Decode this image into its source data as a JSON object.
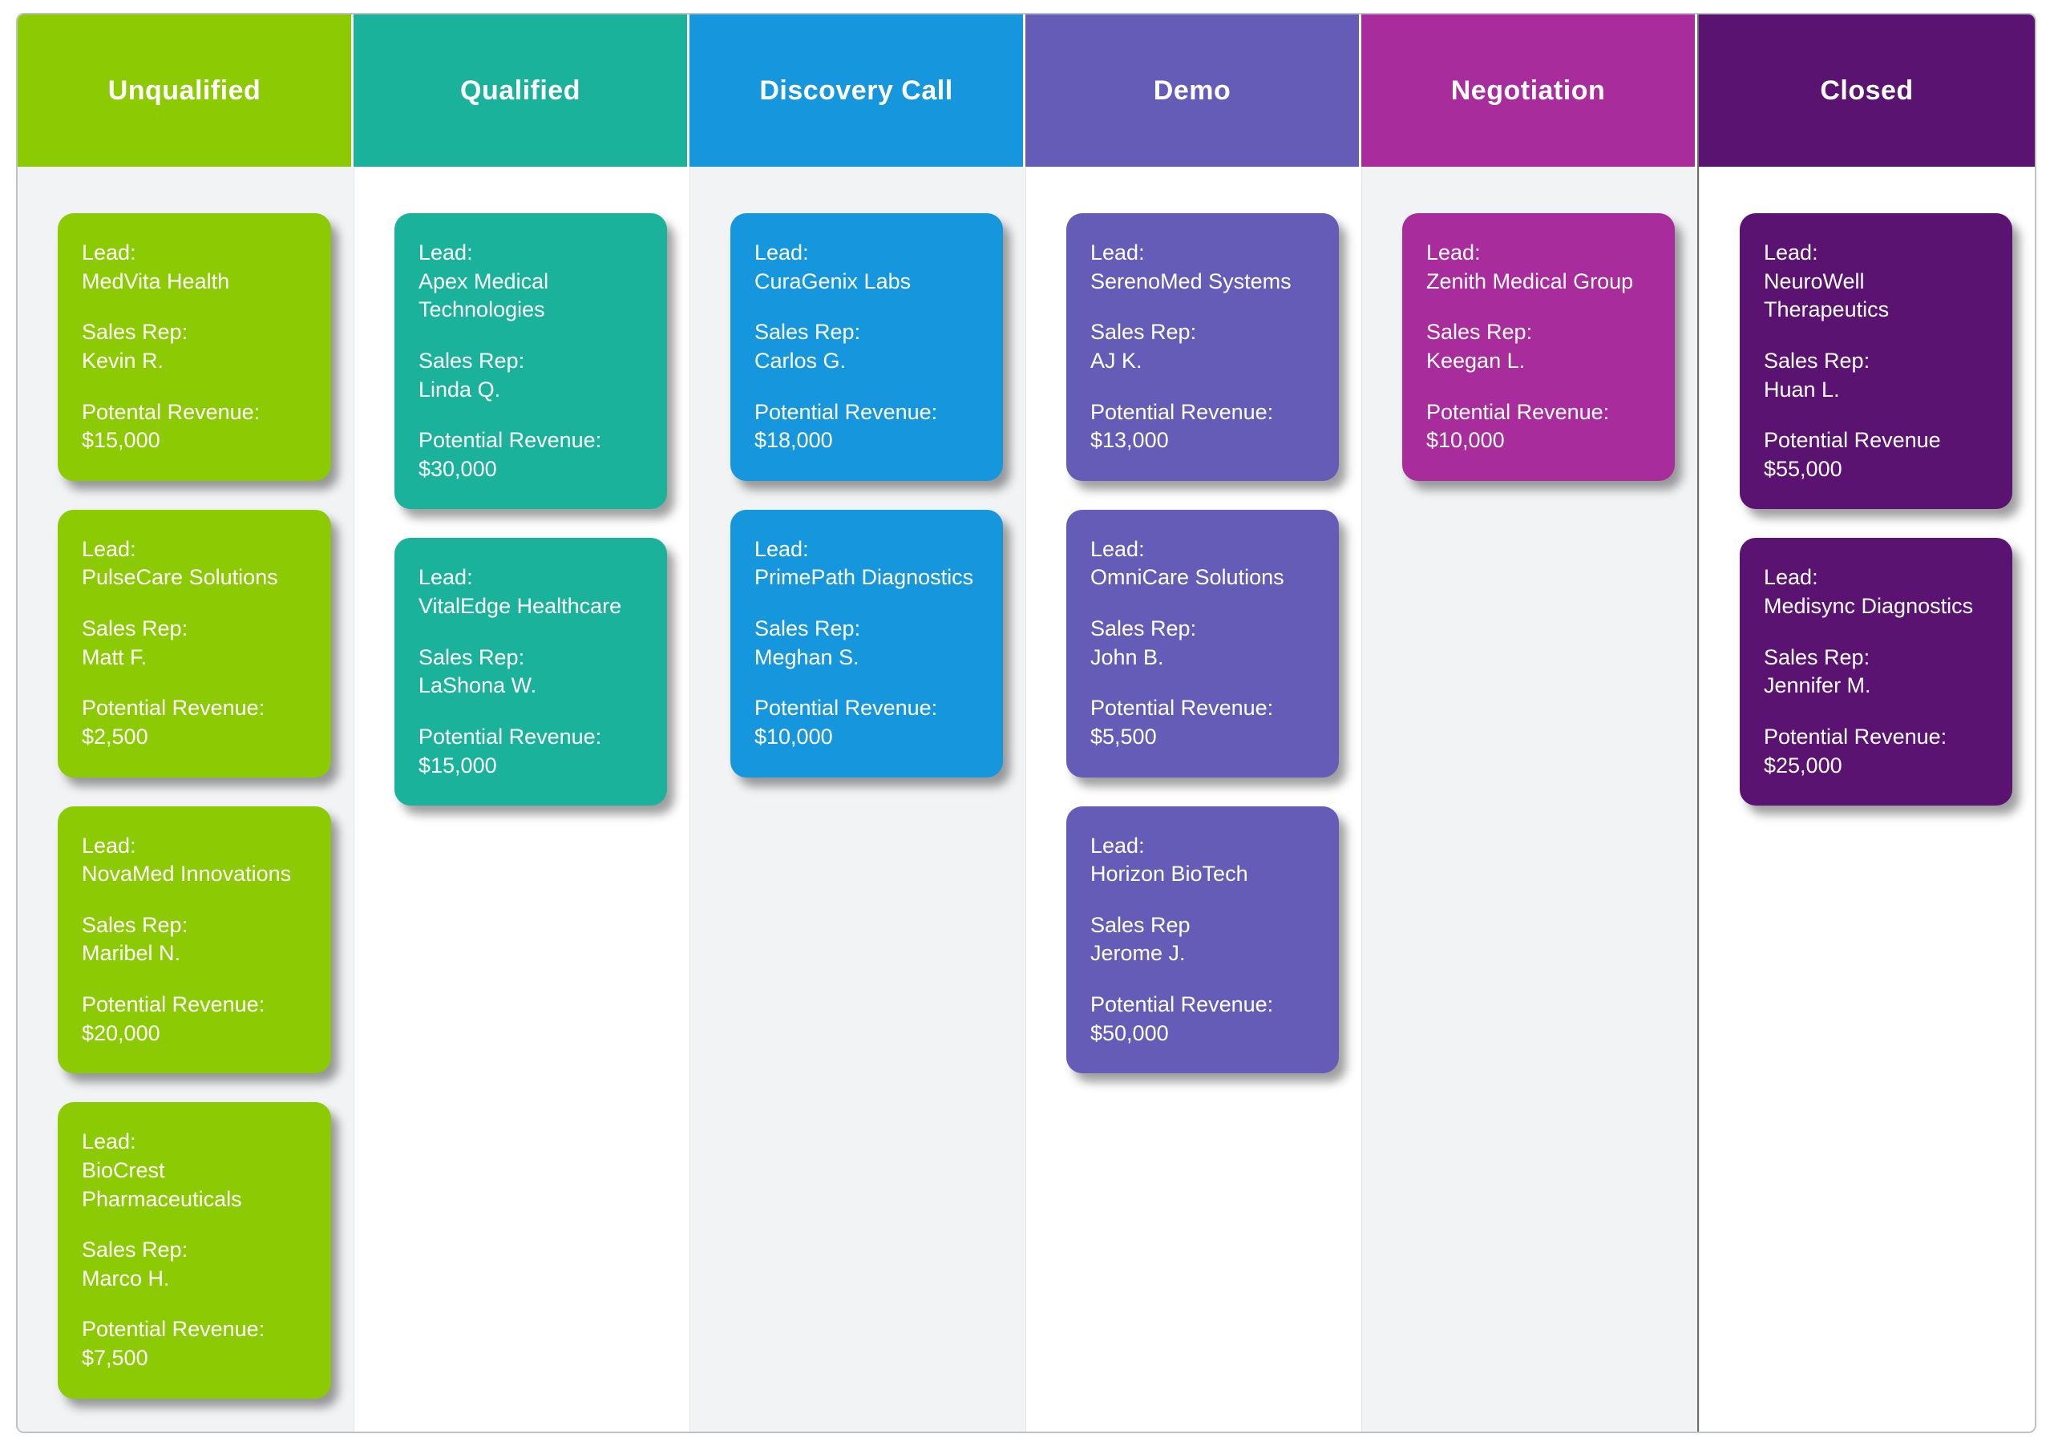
{
  "board": {
    "columns": [
      {
        "title": "Unqualified",
        "accent": "#8cca04",
        "body_bg": "#f2f3f5",
        "cards": [
          {
            "lead_label": "Lead:",
            "lead": "MedVita Health",
            "rep_label": "Sales Rep:",
            "rep": "Kevin R.",
            "revenue_label": "Potental Revenue:",
            "revenue": "$15,000"
          },
          {
            "lead_label": "Lead:",
            "lead": "PulseCare Solutions",
            "rep_label": "Sales Rep:",
            "rep": "Matt F.",
            "revenue_label": "Potential Revenue:",
            "revenue": "$2,500"
          },
          {
            "lead_label": "Lead:",
            "lead": "NovaMed Innovations",
            "rep_label": "Sales Rep:",
            "rep": "Maribel N.",
            "revenue_label": "Potential Revenue:",
            "revenue": "$20,000"
          },
          {
            "lead_label": "Lead:",
            "lead": "BioCrest Pharmaceuticals",
            "rep_label": "Sales Rep:",
            "rep": "Marco H.",
            "revenue_label": "Potential Revenue:",
            "revenue": "$7,500"
          }
        ]
      },
      {
        "title": "Qualified",
        "accent": "#1ab29b",
        "body_bg": "#ffffff",
        "cards": [
          {
            "lead_label": "Lead:",
            "lead": "Apex Medical Technologies",
            "rep_label": "Sales Rep:",
            "rep": "Linda Q.",
            "revenue_label": "Potential Revenue:",
            "revenue": "$30,000"
          },
          {
            "lead_label": "Lead:",
            "lead": "VitalEdge Healthcare",
            "rep_label": "Sales Rep:",
            "rep": "LaShona W.",
            "revenue_label": "Potential Revenue:",
            "revenue": "$15,000"
          }
        ]
      },
      {
        "title": "Discovery Call",
        "accent": "#1696dc",
        "body_bg": "#f2f3f5",
        "cards": [
          {
            "lead_label": "Lead:",
            "lead": "CuraGenix Labs",
            "rep_label": "Sales Rep:",
            "rep": "Carlos G.",
            "revenue_label": "Potential Revenue:",
            "revenue": "$18,000"
          },
          {
            "lead_label": "Lead:",
            "lead": "PrimePath Diagnostics",
            "rep_label": "Sales Rep:",
            "rep": "Meghan S.",
            "revenue_label": "Potential Revenue:",
            "revenue": "$10,000"
          }
        ]
      },
      {
        "title": "Demo",
        "accent": "#655cb8",
        "body_bg": "#ffffff",
        "cards": [
          {
            "lead_label": "Lead:",
            "lead": "SerenoMed Systems",
            "rep_label": "Sales Rep:",
            "rep": "AJ K.",
            "revenue_label": "Potential Revenue:",
            "revenue": "$13,000"
          },
          {
            "lead_label": "Lead:",
            "lead": "OmniCare Solutions",
            "rep_label": "Sales Rep:",
            "rep": "John B.",
            "revenue_label": "Potential Revenue:",
            "revenue": "$5,500"
          },
          {
            "lead_label": "Lead:",
            "lead": "Horizon BioTech",
            "rep_label": "Sales Rep",
            "rep": "Jerome J.",
            "revenue_label": "Potential Revenue:",
            "revenue": "$50,000"
          }
        ]
      },
      {
        "title": "Negotiation",
        "accent": "#a82c9b",
        "body_bg": "#f2f3f5",
        "cards": [
          {
            "lead_label": "Lead:",
            "lead": "Zenith Medical Group",
            "rep_label": "Sales Rep:",
            "rep": "Keegan L.",
            "revenue_label": "Potential Revenue:",
            "revenue": "$10,000"
          }
        ]
      },
      {
        "title": "Closed",
        "accent": "#5a1370",
        "body_bg": "#ffffff",
        "cards": [
          {
            "lead_label": "Lead:",
            "lead": "NeuroWell Therapeutics",
            "rep_label": "Sales Rep:",
            "rep": "Huan L.",
            "revenue_label": "Potential Revenue",
            "revenue": "$55,000"
          },
          {
            "lead_label": "Lead:",
            "lead": "Medisync Diagnostics",
            "rep_label": "Sales Rep:",
            "rep": "Jennifer M.",
            "revenue_label": "Potential Revenue:",
            "revenue": "$25,000"
          }
        ]
      }
    ]
  }
}
